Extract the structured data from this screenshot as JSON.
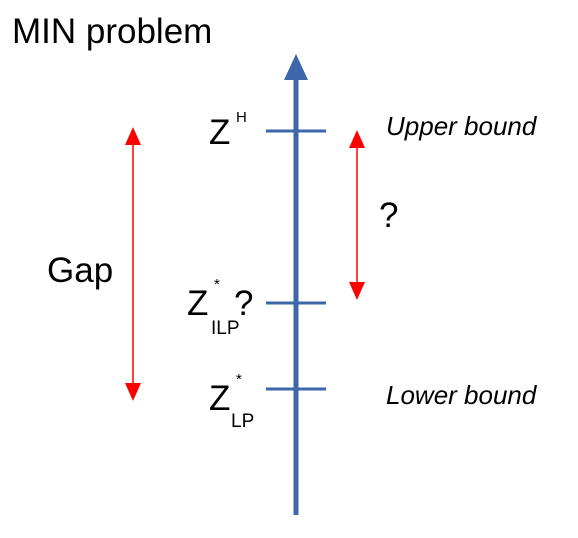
{
  "title": "MIN problem",
  "axis_color": "#3c67a8",
  "arrow_color": "#ff0000",
  "gap_label": "Gap",
  "question_mark": "?",
  "upper_bound_label": "Upper bound",
  "lower_bound_label": "Lower bound",
  "z_heuristic": {
    "base": "Z",
    "sup": "H"
  },
  "z_ilp": {
    "base": "Z",
    "sup": "*",
    "sub": "ILP",
    "suffix": "?"
  },
  "z_lp": {
    "base": "Z",
    "sup": "*",
    "sub": "LP"
  }
}
